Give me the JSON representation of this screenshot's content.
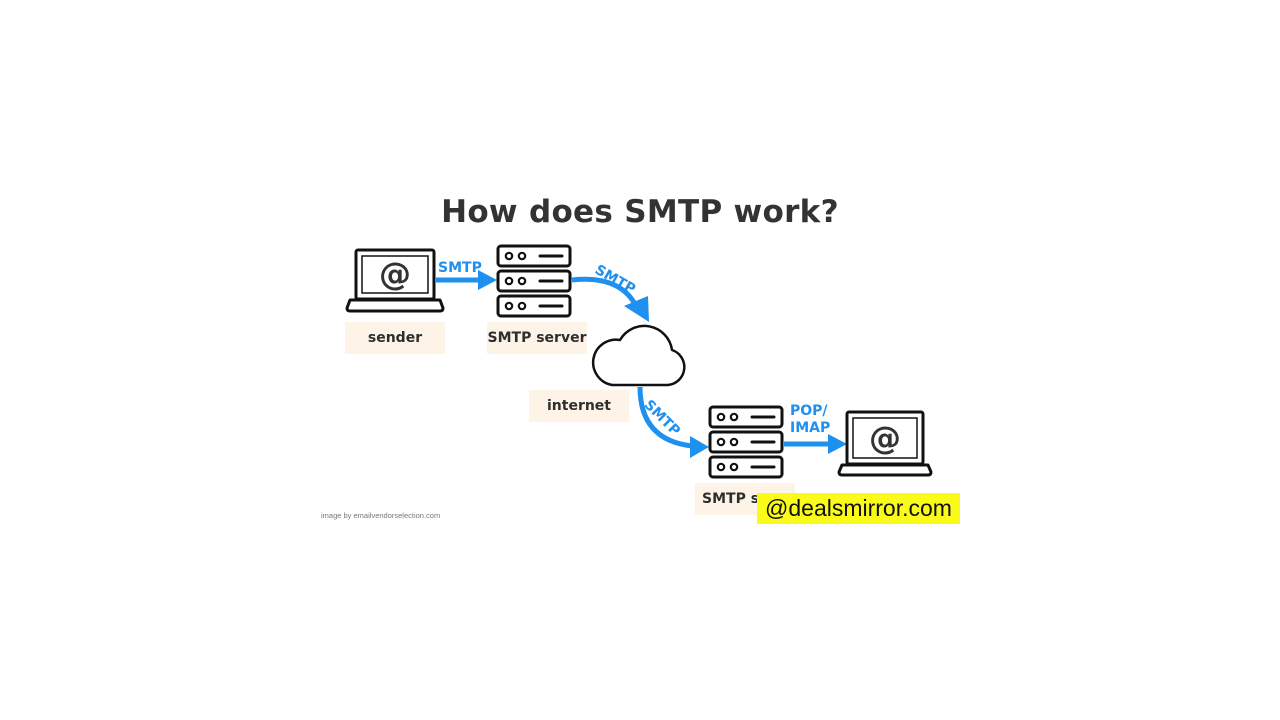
{
  "title": "How does SMTP work?",
  "nodes": {
    "sender": "sender",
    "smtp_server_1": "SMTP server",
    "internet": "internet",
    "smtp_server_2": "SMTP server"
  },
  "protocols": {
    "sender_to_server": "SMTP",
    "server_to_internet": "SMTP",
    "internet_to_server": "SMTP",
    "server_to_recipient": "POP/ IMAP"
  },
  "credit": "image by emailvendorselection.com",
  "watermark": "@dealsmirror.com",
  "colors": {
    "arrow": "#1e90f0",
    "label_bg": "#fdf3e6",
    "icon": "#111111",
    "watermark_bg": "#fbfb1a"
  },
  "icons": [
    "laptop-icon",
    "at-sign-icon",
    "server-icon",
    "cloud-icon"
  ]
}
